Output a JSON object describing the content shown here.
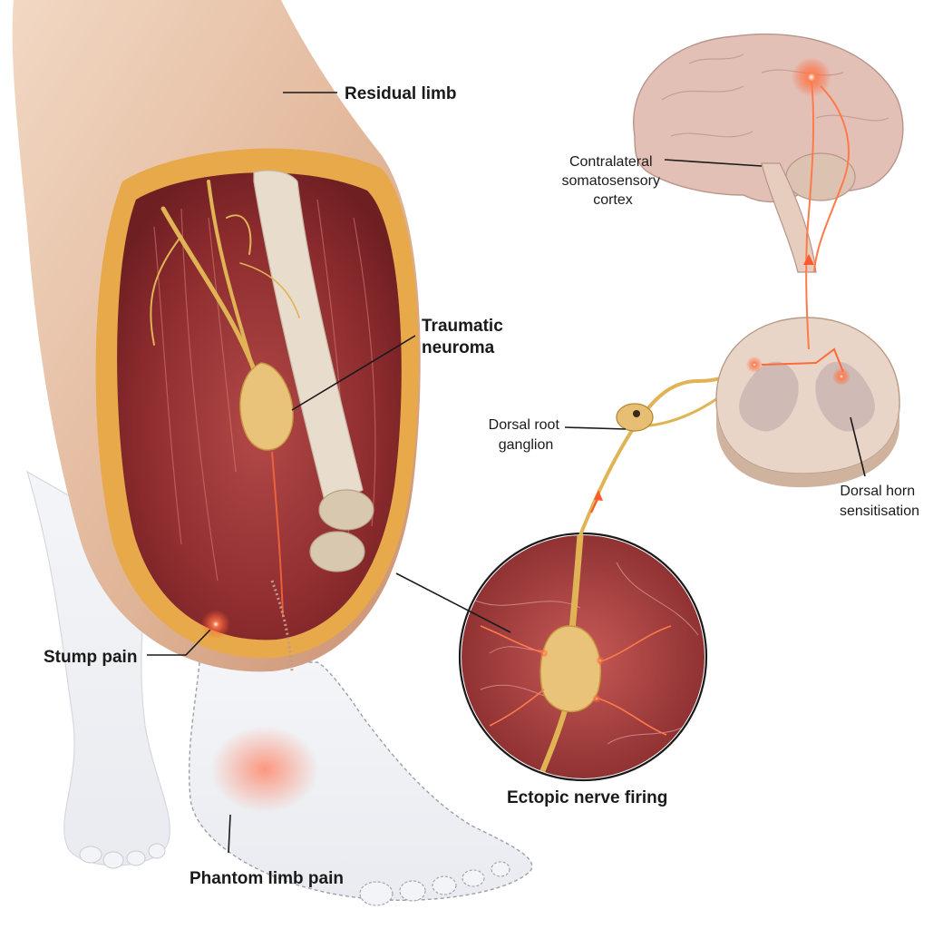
{
  "labels": {
    "residual_limb": "Residual limb",
    "traumatic_neuroma_1": "Traumatic",
    "traumatic_neuroma_2": "neuroma",
    "stump_pain": "Stump pain",
    "phantom_limb_pain": "Phantom limb pain",
    "ectopic_nerve_firing": "Ectopic nerve firing",
    "cortex_1": "Contralateral",
    "cortex_2": "somatosensory",
    "cortex_3": "cortex",
    "drg_1": "Dorsal root",
    "drg_2": "ganglion",
    "dorsal_horn_1": "Dorsal horn",
    "dorsal_horn_2": "sensitisation"
  },
  "colors": {
    "skin": "#e6c0a3",
    "muscle": "#a8383a",
    "nerve": "#e0b455",
    "bone": "#e9ddcf",
    "pain_glow": "#ff5a2e",
    "brain": "#e3c0b6",
    "phantom_outline": "#9aa0aa"
  }
}
